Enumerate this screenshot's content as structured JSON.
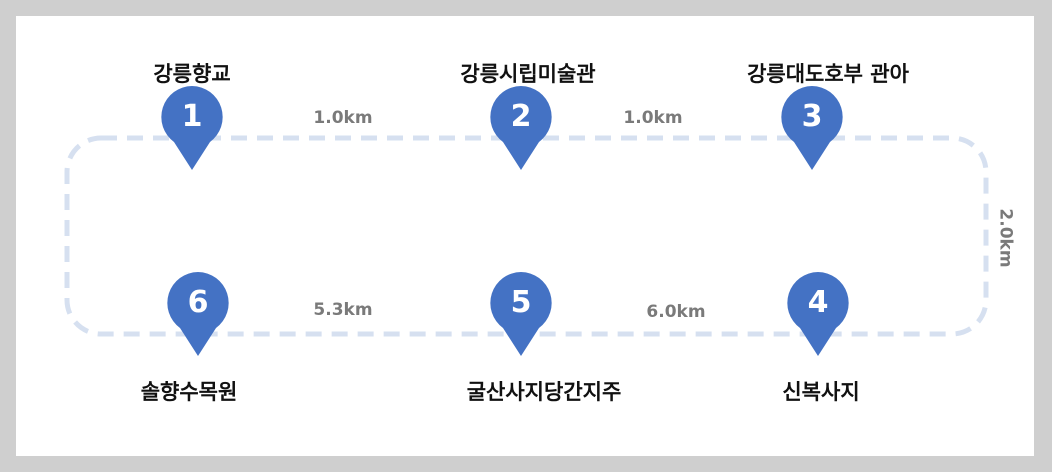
{
  "stops": [
    {
      "num": "1",
      "name": "강릉향교"
    },
    {
      "num": "2",
      "name": "강릉시립미술관"
    },
    {
      "num": "3",
      "name": "강릉대도호부 관아"
    },
    {
      "num": "4",
      "name": "신복사지"
    },
    {
      "num": "5",
      "name": "굴산사지당간지주"
    },
    {
      "num": "6",
      "name": "솔향수목원"
    }
  ],
  "distances": {
    "d12": "1.0km",
    "d23": "1.0km",
    "d34": "2.0km",
    "d45": "6.0km",
    "d56": "5.3km"
  },
  "colors": {
    "pin": "#4472c4",
    "route": "#d6e0f0",
    "frame": "#cfcfcf"
  }
}
